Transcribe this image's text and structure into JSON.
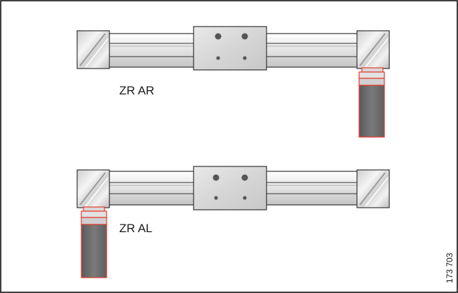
{
  "assemblies": [
    {
      "label": "ZR AR",
      "motor_side": "right"
    },
    {
      "label": "ZR AL",
      "motor_side": "left"
    }
  ],
  "figure_id": "173 703",
  "colors": {
    "frame": "#000000",
    "outline": "#333333",
    "rail_light": "#f3f3f3",
    "rail_mid": "#cfcfcf",
    "end_block_light": "#f0f0f0",
    "end_block_dark": "#b8b8b8",
    "carriage": "#dcdcdc",
    "hole": "#555555",
    "motor_outline": "#e8392a",
    "motor_body": "#6e6e6e",
    "motor_flange": "#d9d9d9"
  }
}
